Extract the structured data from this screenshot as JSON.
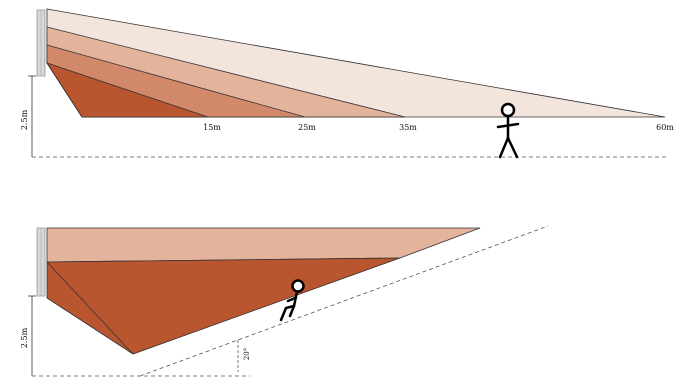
{
  "colors": {
    "zone_60": "#f3e4dc",
    "zone_35": "#e4b39b",
    "zone_25": "#d2896a",
    "zone_15": "#b9552f",
    "wall": "#d8d8d8",
    "line": "#333333"
  },
  "top_view": {
    "mount_height_label": "2.5m",
    "distance_labels": [
      "15m",
      "25m",
      "35m",
      "60m"
    ]
  },
  "bottom_view": {
    "mount_height_label": "2.5m",
    "tilt_angle_label": "20°"
  }
}
